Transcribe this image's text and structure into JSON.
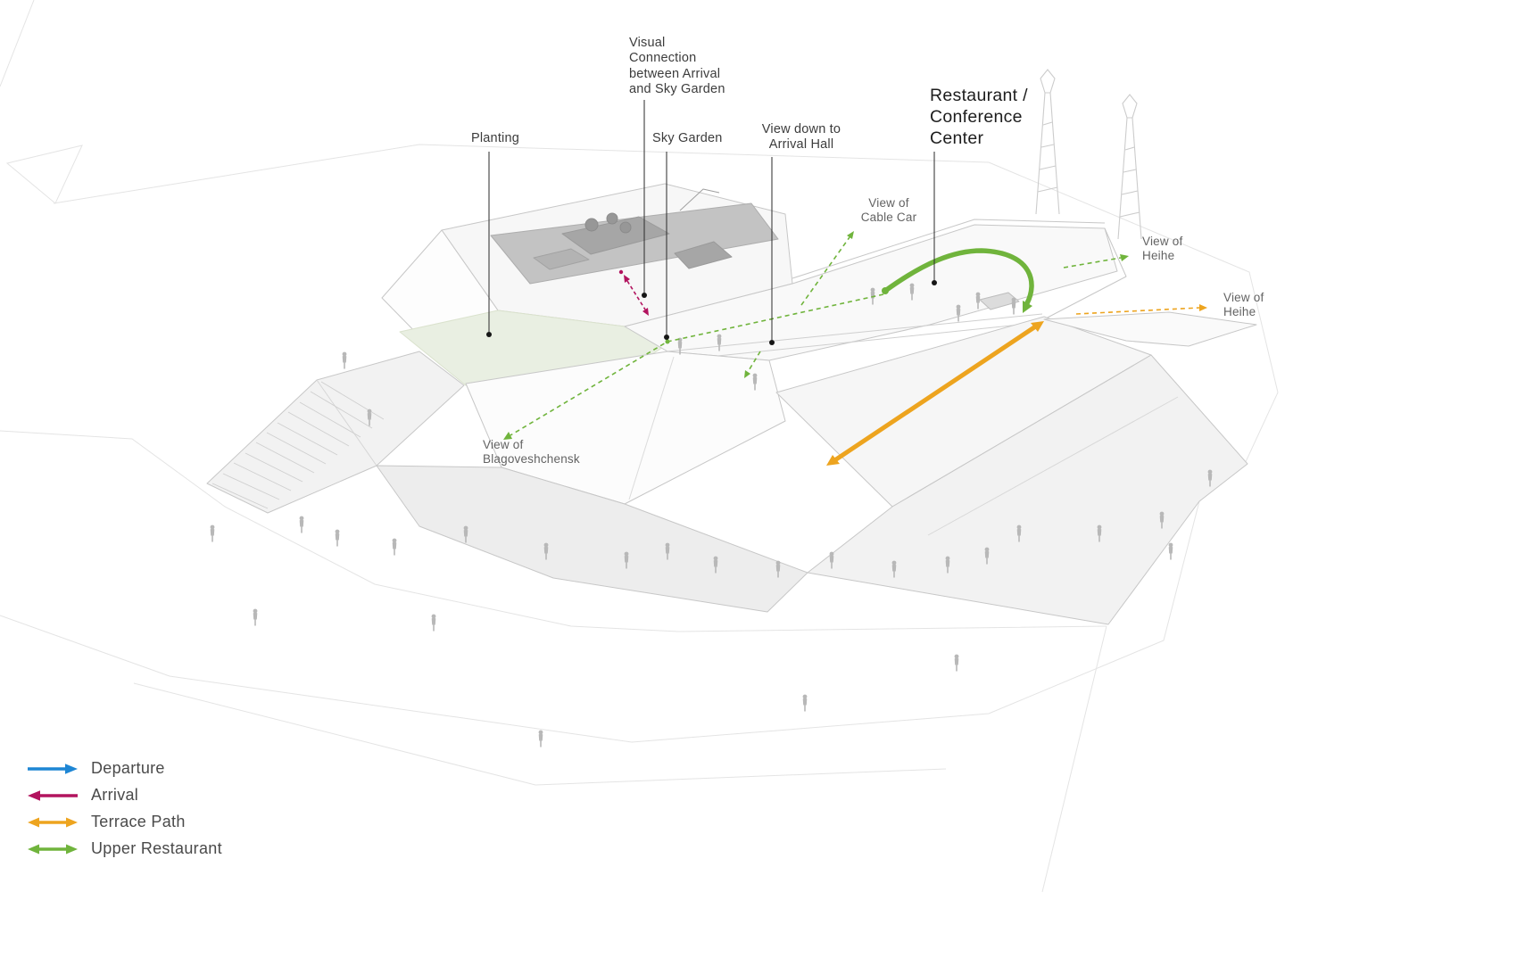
{
  "callouts": {
    "planting": "Planting",
    "visual_connection": "Visual\nConnection\nbetween Arrival\nand Sky Garden",
    "sky_garden": "Sky Garden",
    "view_down_arrival_hall": "View down to\nArrival Hall",
    "restaurant_conference_center": "Restaurant /\nConference\nCenter"
  },
  "view_labels": {
    "cable_car": "View of\nCable Car",
    "heihe_upper": "View of\nHeihe",
    "heihe_lower": "View of\nHeihe",
    "blagoveshchensk": "View of\nBlagoveshchensk"
  },
  "legend": {
    "items": [
      {
        "label": "Departure",
        "color": "#1e86d4",
        "direction": "right"
      },
      {
        "label": "Arrival",
        "color": "#b2135e",
        "direction": "left"
      },
      {
        "label": "Terrace Path",
        "color": "#eda41f",
        "direction": "both"
      },
      {
        "label": "Upper Restaurant",
        "color": "#70b43c",
        "direction": "both"
      }
    ]
  }
}
